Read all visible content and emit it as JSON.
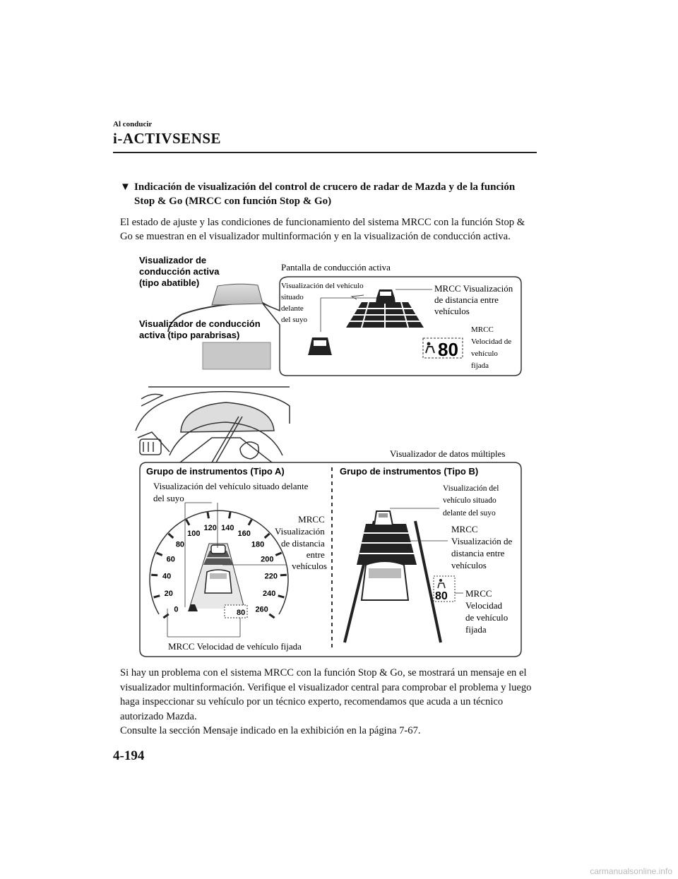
{
  "header": {
    "section": "Al conducir",
    "title": "i-ACTIVSENSE"
  },
  "heading": {
    "marker": "▼",
    "text": "Indicación de visualización del control de crucero de radar de Mazda y de la función Stop & Go (MRCC con función Stop & Go)"
  },
  "intro": "El estado de ajuste y las condiciones de funcionamiento del sistema MRCC con la función Stop & Go se muestran en el visualizador multinformación y en la visualización de conducción activa.",
  "figure": {
    "hud_flip": [
      "Visualizador de",
      "conducción activa",
      "(tipo abatible)"
    ],
    "hud_windshield": [
      "Visualizador de conducción",
      "activa (tipo parabrisas)"
    ],
    "screen_title": "Pantalla de conducción activa",
    "hud_vehicle": [
      "Visualización del vehículo",
      "situado",
      "delante",
      "del suyo"
    ],
    "hud_distance": [
      "MRCC Visualización",
      "de distancia entre",
      "vehículos"
    ],
    "hud_speed": [
      "MRCC",
      "Velocidad de",
      "vehículo",
      "fijada"
    ],
    "hud_speed_value": "80",
    "multi_info": "Visualizador de datos múltiples",
    "cluster_a": {
      "title": "Grupo de instrumentos (Tipo A)",
      "vehicle": [
        "Visualización del vehículo situado delante",
        "del suyo"
      ],
      "distance": [
        "MRCC",
        "Visualización",
        "de distancia",
        "entre",
        "vehículos"
      ],
      "speed": "MRCC Velocidad de vehículo fijada",
      "speed_value": "80",
      "ticks": [
        "0",
        "20",
        "40",
        "60",
        "80",
        "100",
        "120",
        "140",
        "160",
        "180",
        "200",
        "220",
        "240",
        "260"
      ]
    },
    "cluster_b": {
      "title": "Grupo de instrumentos (Tipo B)",
      "vehicle": [
        "Visualización del",
        "vehículo situado",
        "delante del suyo"
      ],
      "distance": [
        "MRCC",
        "Visualización de",
        "distancia entre",
        "vehículos"
      ],
      "speed": [
        "MRCC",
        "Velocidad",
        "de vehículo",
        "fijada"
      ],
      "speed_value": "80"
    }
  },
  "outro": [
    "Si hay un problema con el sistema MRCC con la función Stop & Go, se mostrará un mensaje en el visualizador multinformación. Verifique el visualizador central para comprobar el problema y luego haga inspeccionar su vehículo por un técnico experto, recomendamos que acuda a un técnico autorizado Mazda.",
    "Consulte la sección Mensaje indicado en la exhibición en la página 7-67."
  ],
  "page_number": "4-194",
  "watermark": "carmanualsonline.info"
}
